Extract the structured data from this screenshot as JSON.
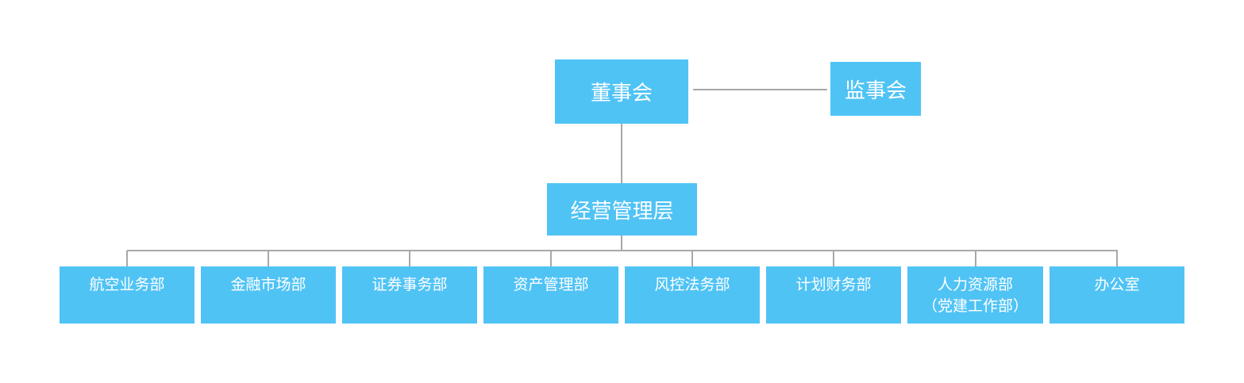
{
  "diagram": {
    "board": "董事会",
    "supervisory": "监事会",
    "management": "经营管理层",
    "departments": [
      {
        "line1": "航空业务部",
        "line2": ""
      },
      {
        "line1": "金融市场部",
        "line2": ""
      },
      {
        "line1": "证券事务部",
        "line2": ""
      },
      {
        "line1": "资产管理部",
        "line2": ""
      },
      {
        "line1": "风控法务部",
        "line2": ""
      },
      {
        "line1": "计划财务部",
        "line2": ""
      },
      {
        "line1": "人力资源部",
        "line2": "（党建工作部）"
      },
      {
        "line1": "办公室",
        "line2": ""
      }
    ],
    "colors": {
      "box": "#50c3f5",
      "text": "#ffffff",
      "line": "#a8a8a8"
    }
  }
}
